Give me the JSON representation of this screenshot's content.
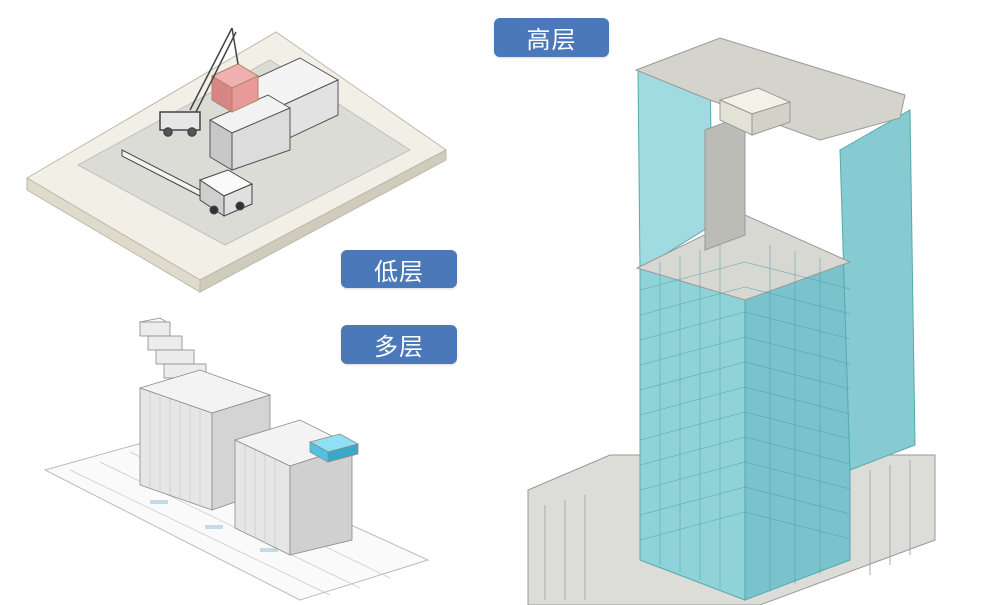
{
  "labels": {
    "high_rise": "高层",
    "low_rise": "低层",
    "mid_rise": "多层"
  },
  "colors": {
    "label_bg": "#4a78b8",
    "label_text": "#ffffff",
    "module_glass": "#8fd3d9",
    "concrete": "#d8d8d2",
    "highlight_module": "#e89a9a",
    "cyan_module": "#4fc3e0"
  },
  "icons": {
    "crane": "crane-icon",
    "truck": "truck-icon"
  }
}
